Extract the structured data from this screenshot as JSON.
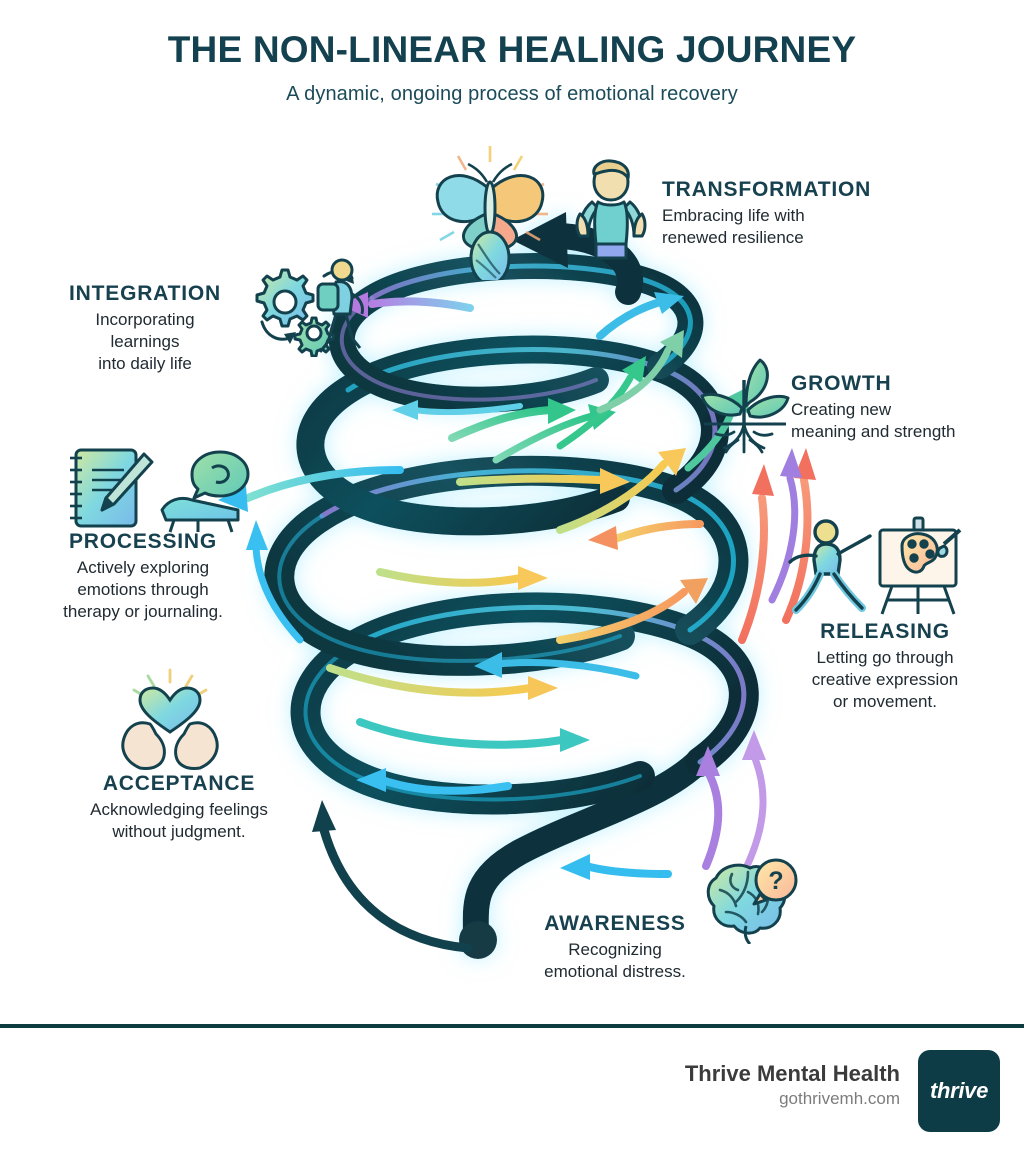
{
  "header": {
    "title": "THE NON-LINEAR HEALING JOURNEY",
    "subtitle": "A dynamic, ongoing process of emotional recovery"
  },
  "colors": {
    "title": "#14414f",
    "stage_title": "#17414f",
    "body_text": "#202b32",
    "ribbon_dark": "#0d3b46",
    "ribbon_deep": "#11303a",
    "divider": "#0c3b40",
    "logo_bg": "#0d3b46",
    "arrow_purple": "#a97fe0",
    "arrow_cyan": "#35bff0",
    "arrow_green": "#3fc98b",
    "arrow_yellow": "#f7c95a",
    "arrow_orange": "#f59060",
    "arrow_red": "#f4705f",
    "background": "#ffffff"
  },
  "stages": [
    {
      "id": "transformation",
      "title": "TRANSFORMATION",
      "desc": [
        "Embracing life with",
        "renewed resilience"
      ],
      "icons": [
        "butterfly-icon",
        "chrysalis-icon",
        "flexing-person-icon"
      ]
    },
    {
      "id": "integration",
      "title": "INTEGRATION",
      "desc": [
        "Incorporating",
        "learnings",
        "into daily life"
      ],
      "icons": [
        "gears-icon",
        "walking-person-icon"
      ]
    },
    {
      "id": "growth",
      "title": "GROWTH",
      "desc": [
        "Creating new",
        "meaning and strength"
      ],
      "icons": [
        "sprout-roots-icon"
      ]
    },
    {
      "id": "processing",
      "title": "PROCESSING",
      "desc": [
        "Actively exploring",
        "emotions through",
        "therapy or journaling."
      ],
      "icons": [
        "journal-pencil-icon",
        "therapy-couch-icon"
      ]
    },
    {
      "id": "releasing",
      "title": "RELEASING",
      "desc": [
        "Letting go through",
        "creative expression",
        "or movement."
      ],
      "icons": [
        "dancing-person-icon",
        "easel-palette-icon"
      ]
    },
    {
      "id": "acceptance",
      "title": "ACCEPTANCE",
      "desc": [
        "Acknowledging feelings",
        "without judgment."
      ],
      "icons": [
        "hands-heart-icon"
      ]
    },
    {
      "id": "awareness",
      "title": "AWARENESS",
      "desc": [
        "Recognizing",
        "emotional distress."
      ],
      "icons": [
        "brain-question-icon"
      ]
    }
  ],
  "footer": {
    "brand_name": "Thrive Mental Health",
    "url": "gothrivemh.com",
    "logo_text": "thrive"
  }
}
